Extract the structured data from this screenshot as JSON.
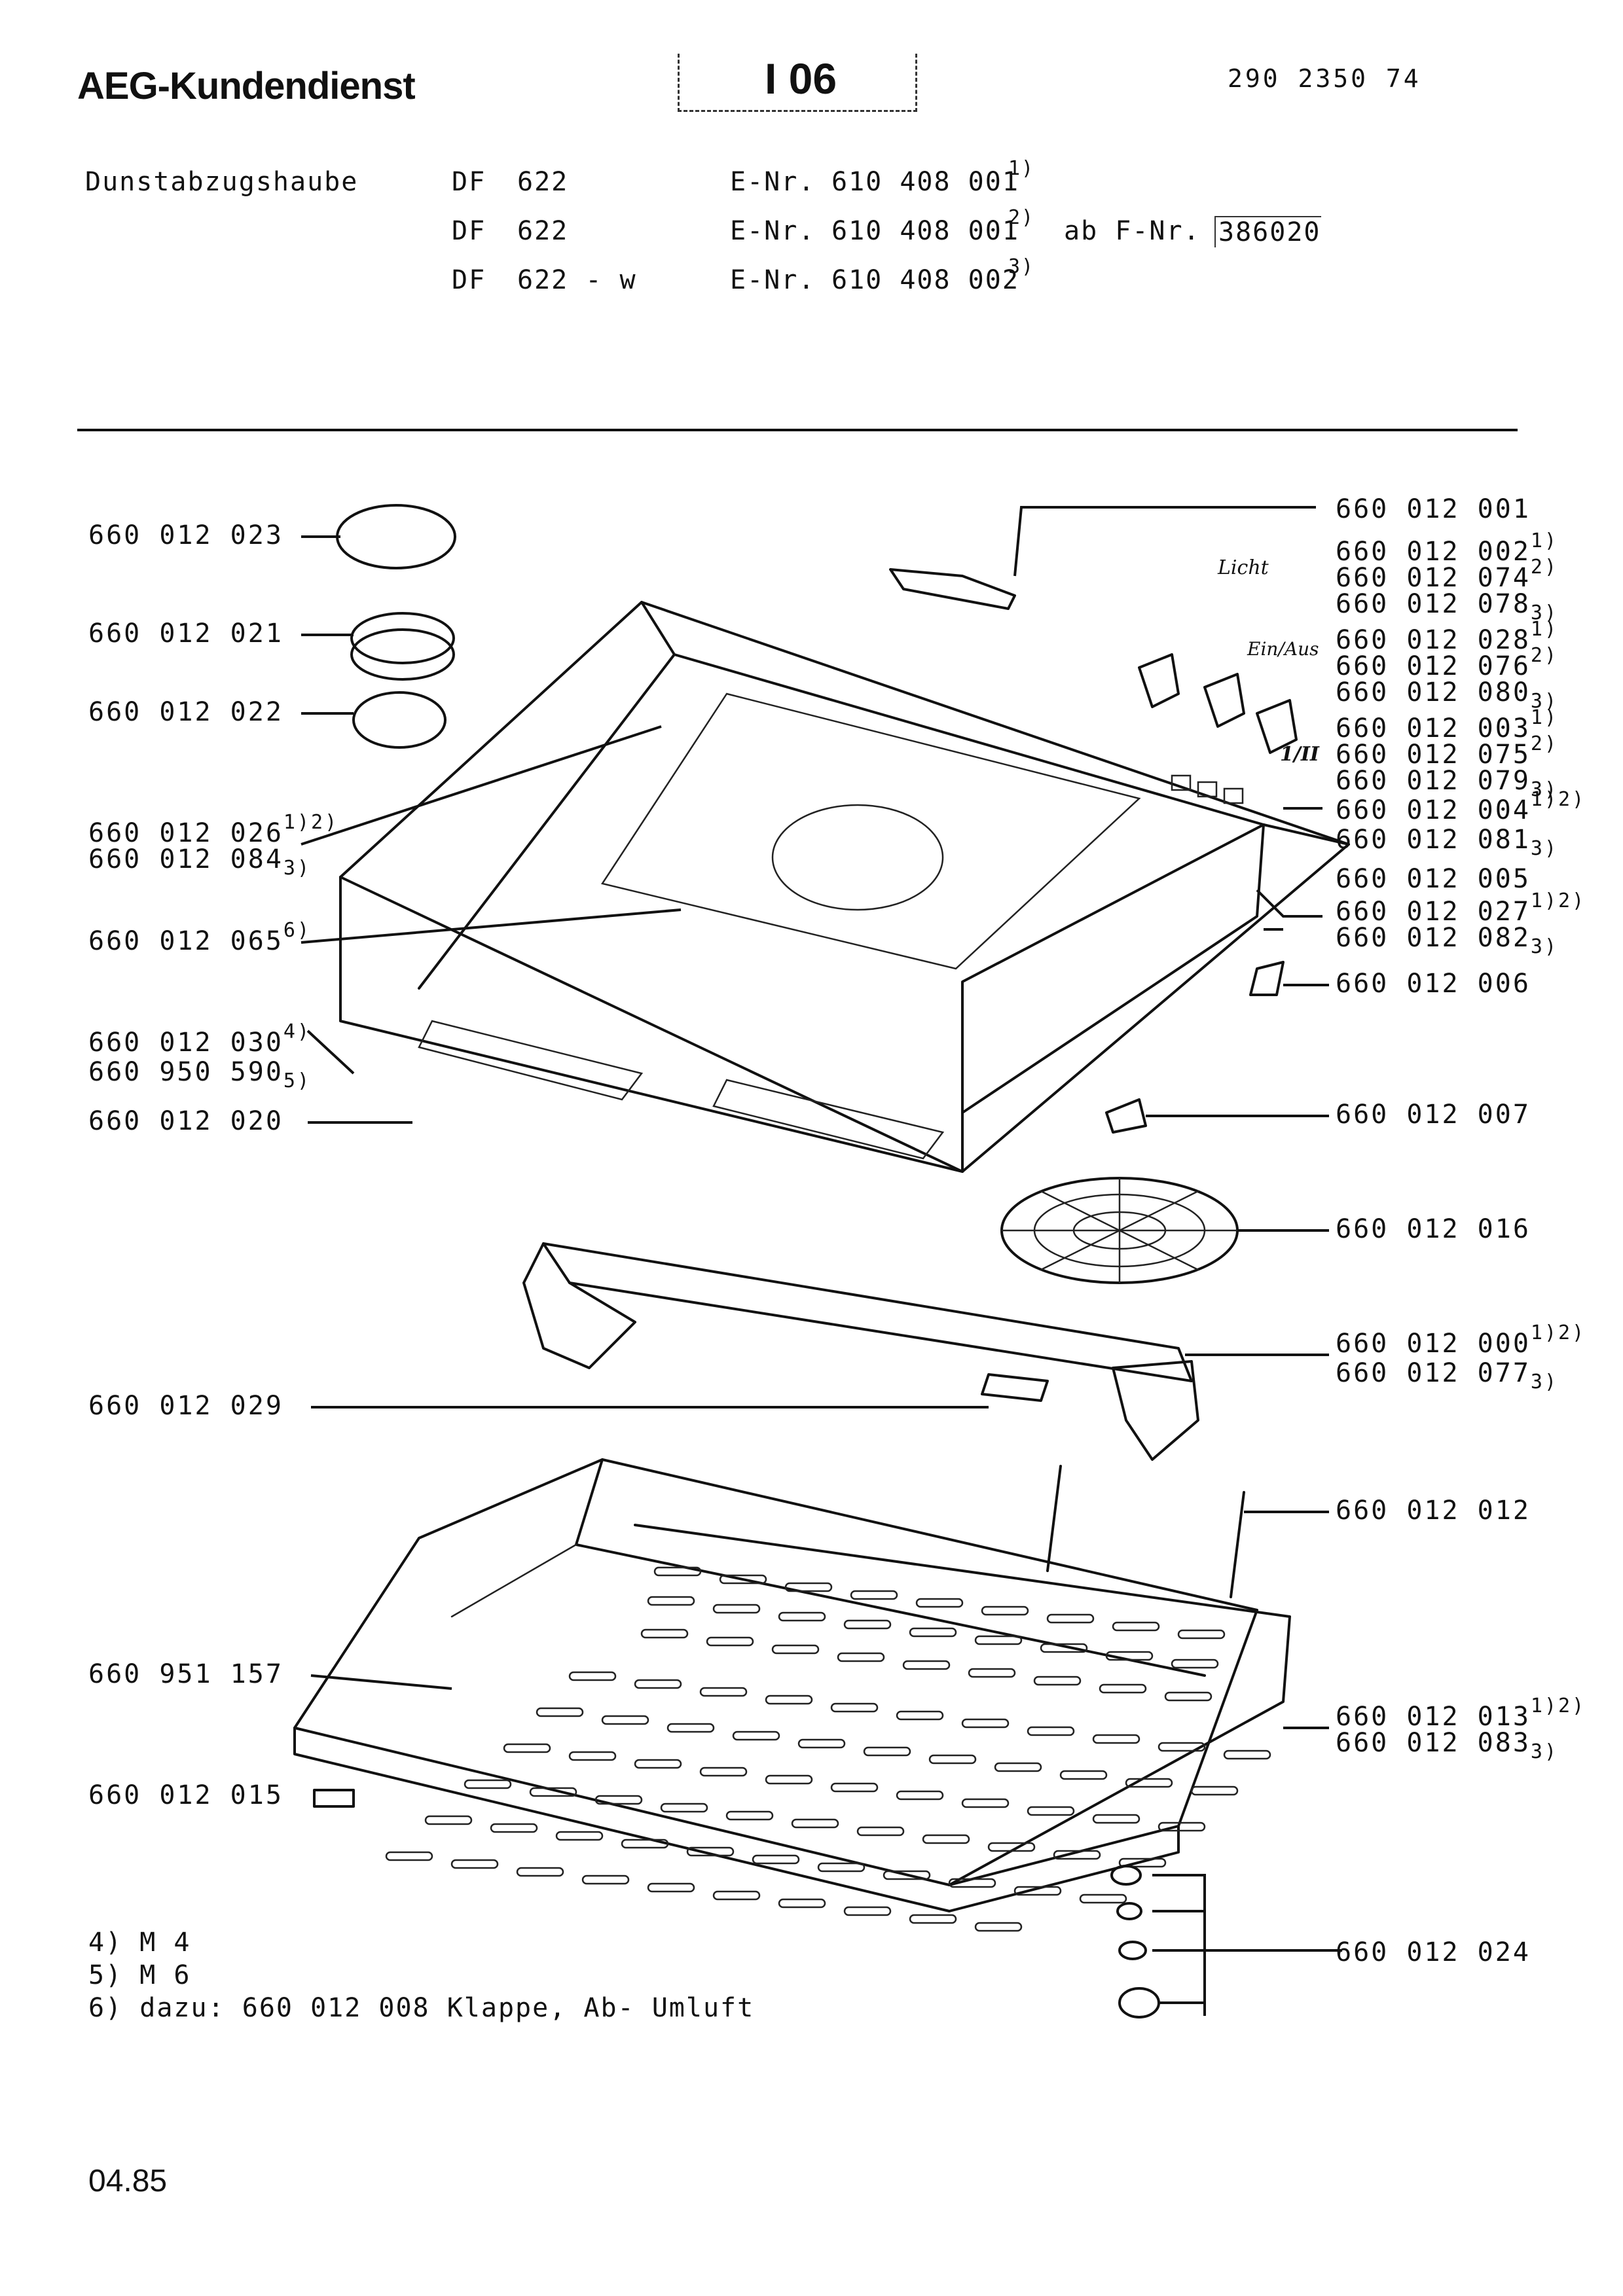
{
  "header": {
    "brand": "AEG-Kundendienst",
    "sheet_number": "I 06",
    "document_number": "290 2350 74"
  },
  "appliance": {
    "name": "Dunstabzugshaube",
    "models": [
      {
        "type": "DF",
        "model": "622",
        "e_label": "E-Nr.",
        "e_number": "610 408 001",
        "footnote": "1)",
        "extra": ""
      },
      {
        "type": "DF",
        "model": "622",
        "e_label": "E-Nr.",
        "e_number": "610 408 001",
        "footnote": "2)",
        "extra": "ab F-Nr.",
        "f_number": "386020"
      },
      {
        "type": "DF",
        "model": "622 - w",
        "e_label": "E-Nr.",
        "e_number": "610 408 002",
        "footnote": "3)",
        "extra": ""
      }
    ]
  },
  "diagram_labels": {
    "licht": "Licht",
    "ein_aus": "Ein/Aus",
    "stufe": "1/II"
  },
  "parts_left": [
    {
      "number": "660 012 023"
    },
    {
      "number": "660 012 021"
    },
    {
      "number": "660 012 022"
    },
    {
      "number": "660 012 026",
      "sup": "1)2)",
      "number2": "660 012 084",
      "sup2": "3)"
    },
    {
      "number": "660 012 065",
      "sup": "6)"
    },
    {
      "number": "660 012 030",
      "sup": "4)",
      "number2": "660 950 590",
      "sup2": "5)"
    },
    {
      "number": "660 012 020"
    },
    {
      "number": "660 012 029"
    },
    {
      "number": "660 951 157"
    },
    {
      "number": "660 012 015"
    }
  ],
  "parts_right": [
    {
      "number": "660 012 001"
    },
    {
      "number": "660 012 002",
      "sup": "1)",
      "number2": "660 012 074",
      "sup2": "2)",
      "number3": "660 012 078",
      "sup3": "3)"
    },
    {
      "number": "660 012 028",
      "sup": "1)",
      "number2": "660 012 076",
      "sup2": "2)",
      "number3": "660 012 080",
      "sup3": "3)"
    },
    {
      "number": "660 012 003",
      "sup": "1)",
      "number2": "660 012 075",
      "sup2": "2)",
      "number3": "660 012 079",
      "sup3": "3)"
    },
    {
      "number": "660 012 004",
      "sup": "1)2)",
      "number2": "660 012 081",
      "sup2": "3)"
    },
    {
      "number": "660 012 005"
    },
    {
      "number": "660 012 027",
      "sup": "1)2)",
      "number2": "660 012 082",
      "sup2": "3)"
    },
    {
      "number": "660 012 006"
    },
    {
      "number": "660 012 007"
    },
    {
      "number": "660 012 016"
    },
    {
      "number": "660 012 000",
      "sup": "1)2)",
      "number2": "660 012 077",
      "sup2": "3)"
    },
    {
      "number": "660 012 012"
    },
    {
      "number": "660 012 013",
      "sup": "1)2)",
      "number2": "660 012 083",
      "sup2": "3)"
    },
    {
      "number": "660 012 024"
    }
  ],
  "footnotes": [
    "4) M 4",
    "5) M 6",
    "6) dazu: 660 012 008 Klappe, Ab- Umluft"
  ],
  "date": "04.85"
}
